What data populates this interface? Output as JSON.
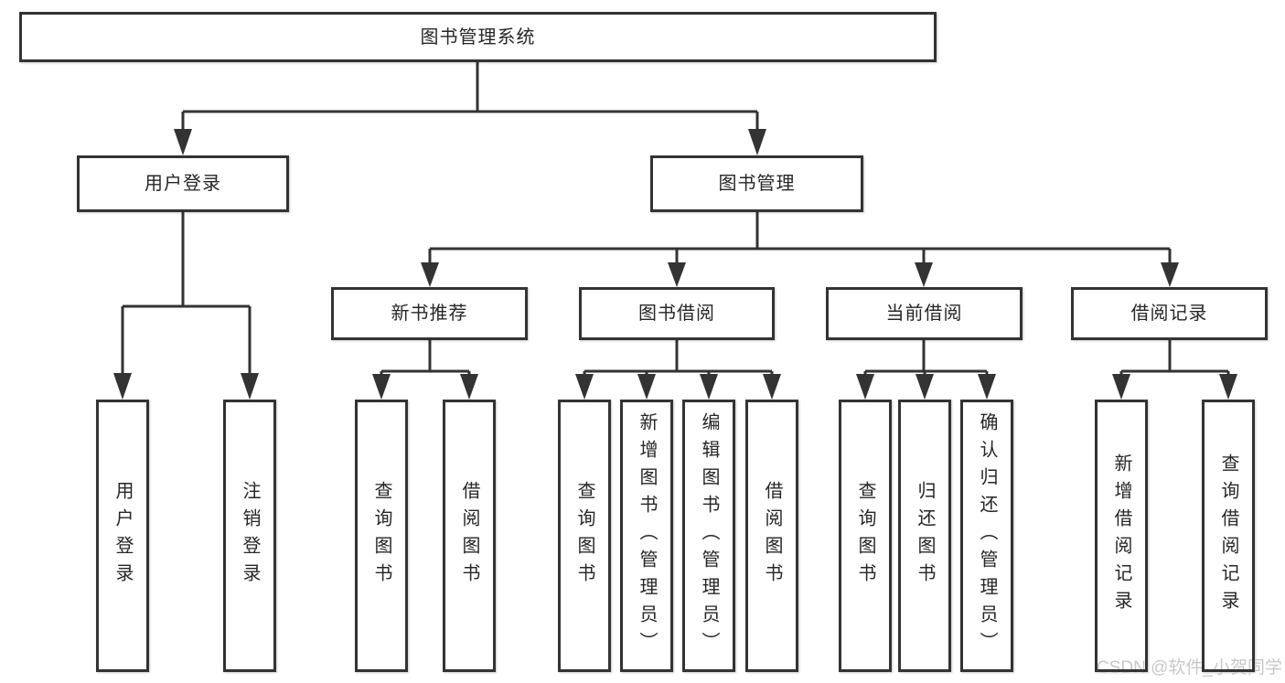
{
  "tree": {
    "root": {
      "label": "图书管理系统"
    },
    "l2": [
      {
        "label": "用户登录",
        "leaves": [
          "用户登录",
          "注销登录"
        ]
      },
      {
        "label": "图书管理",
        "groups": [
          {
            "label": "新书推荐",
            "leaves": [
              "查询图书",
              "借阅图书"
            ]
          },
          {
            "label": "图书借阅",
            "leaves": [
              "查询图书",
              "新增图书（管理员）",
              "编辑图书（管理员）",
              "借阅图书"
            ]
          },
          {
            "label": "当前借阅",
            "leaves": [
              "查询图书",
              "归还图书",
              "确认归还（管理员）"
            ]
          },
          {
            "label": "借阅记录",
            "leaves": [
              "新增借阅记录",
              "查询借阅记录"
            ]
          }
        ]
      }
    ]
  },
  "watermark": {
    "text": "CSDN @软件_小贺同学"
  },
  "colors": {
    "line": "#333333",
    "text": "#262626",
    "box_fill": "#ffffff",
    "background": "#ffffff",
    "watermark": "#c8c8c8"
  }
}
